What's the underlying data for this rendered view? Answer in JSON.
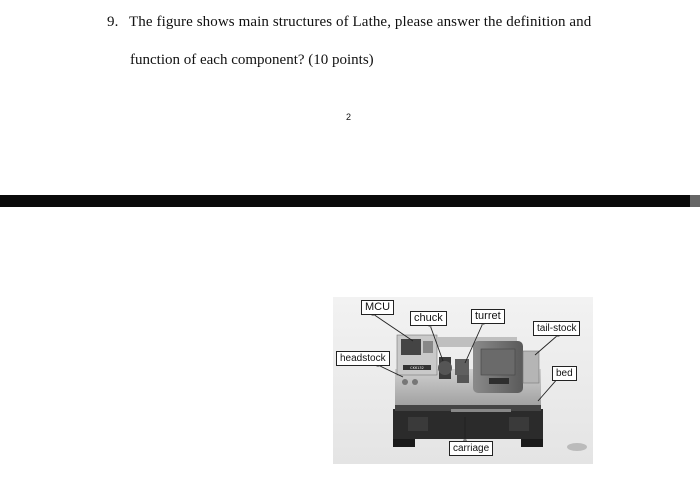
{
  "question": {
    "number": "9.",
    "line1": "The figure shows main structures of Lathe, please answer the definition and",
    "line2": "function of each component? (10 points)"
  },
  "page_number": "2",
  "figure": {
    "labels": {
      "mcu": "MCU",
      "chuck": "chuck",
      "turret": "turret",
      "tailstock": "tail-stock",
      "headstock": "headstock",
      "bed": "bed",
      "carriage": "carriage"
    },
    "plate_text": "CK6132"
  }
}
